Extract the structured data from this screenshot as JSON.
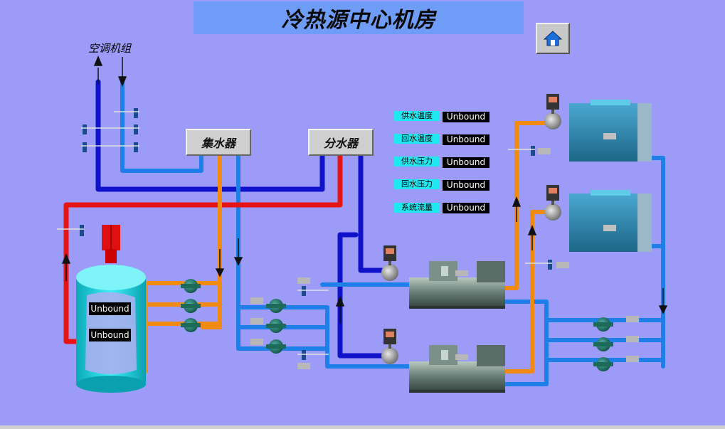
{
  "title": "冷热源中心机房",
  "header_left": "集水器",
  "header_right": "分水器",
  "ac_unit_label": "空调机组",
  "home_icon": "home-icon",
  "params": [
    {
      "label": "供水温度",
      "value": "Unbound"
    },
    {
      "label": "回水温度",
      "value": "Unbound"
    },
    {
      "label": "供水压力",
      "value": "Unbound"
    },
    {
      "label": "回水压力",
      "value": "Unbound"
    },
    {
      "label": "系统流量",
      "value": "Unbound"
    }
  ],
  "tank_values": [
    "Unbound",
    "Unbound"
  ],
  "colors": {
    "background": "#9c9cf8",
    "supply_pipe": "#0f12c8",
    "return_pipe": "#1e7fe8",
    "hot_pipe": "#e81414",
    "orange_pipe": "#f08a10",
    "tank": "#22d8e6",
    "title_bar": "#6f9cf6"
  }
}
